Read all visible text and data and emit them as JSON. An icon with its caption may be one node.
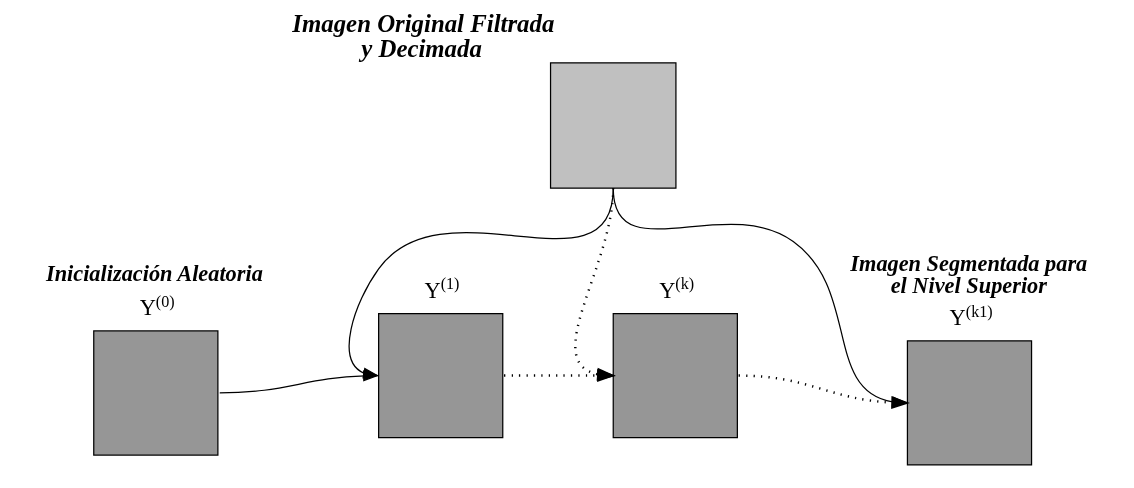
{
  "diagram": {
    "nodes": [
      {
        "text": [],
        "shape": "box",
        "beside": [
          "Imagen Original Filtrada y Decimada"
        ]
      },
      {
        "text": [
          "Inicialización Aleatoria",
          "Y$^{(0)}$"
        ]
      },
      {
        "text": [
          "Y$^{(1)}$"
        ]
      },
      {
        "text": [
          "Y$^{(k)}$"
        ]
      },
      {
        "text": [
          "Imagen Segmentada para el Nivel Superior",
          "Y$^{(k1)}$"
        ]
      }
    ],
    "edges": [
      {
        "from": 0,
        "to": 2,
        "arrow": "to"
      },
      {
        "from": 0,
        "to": 3,
        "arrow": "to",
        "style": "dashed"
      },
      {
        "from": 0,
        "to": 4,
        "arrow": "to"
      },
      {
        "from": 1,
        "to": 2,
        "arrow": "to"
      },
      {
        "from": 2,
        "to": 3,
        "arrow": "to",
        "style": "dashed"
      },
      {
        "from": 3,
        "to": 4,
        "arrow": "to",
        "style": "dashed"
      }
    ]
  }
}
